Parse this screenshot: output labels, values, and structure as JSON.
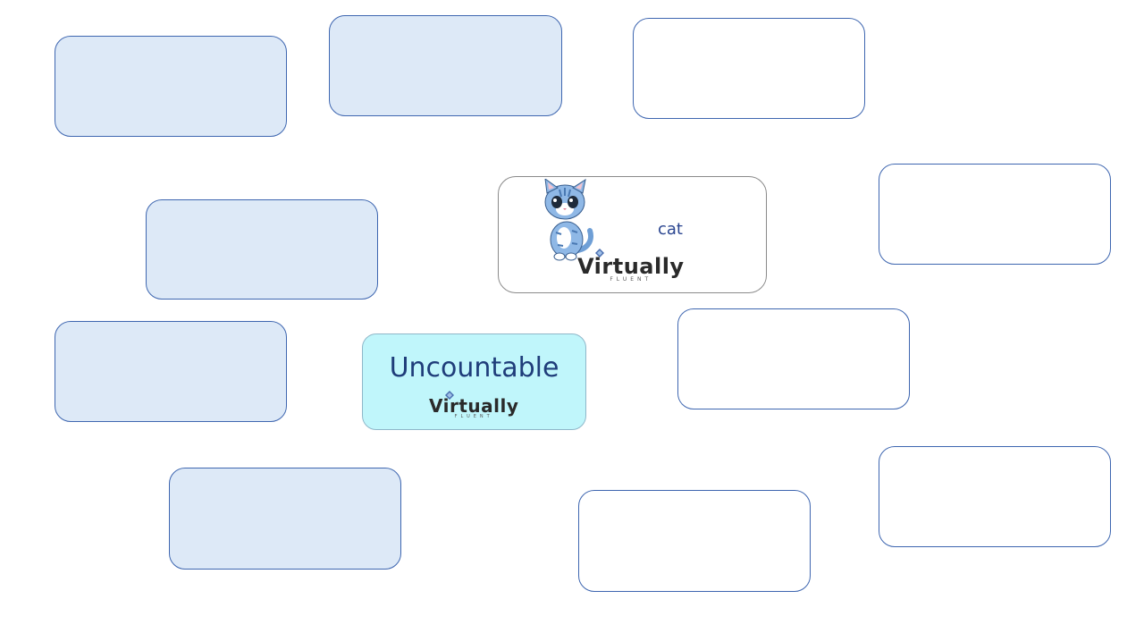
{
  "cat_card": {
    "word": "cat",
    "logo": {
      "main": "Virtually",
      "sub": "FLUENT"
    }
  },
  "uncountable_card": {
    "word": "Uncountable",
    "logo": {
      "main": "Virtually",
      "sub": "FLUENT"
    }
  },
  "colors": {
    "card_border": "#3e66b0",
    "card_fill_blue": "#dde9f7",
    "card_fill_white": "#ffffff",
    "uncountable_fill": "#c0f6fb",
    "text_navy": "#1f3d7a",
    "logo_accent": "#c12f3e"
  },
  "icons": [
    "cat-illustration-icon",
    "virtually-logo-mark-icon"
  ]
}
